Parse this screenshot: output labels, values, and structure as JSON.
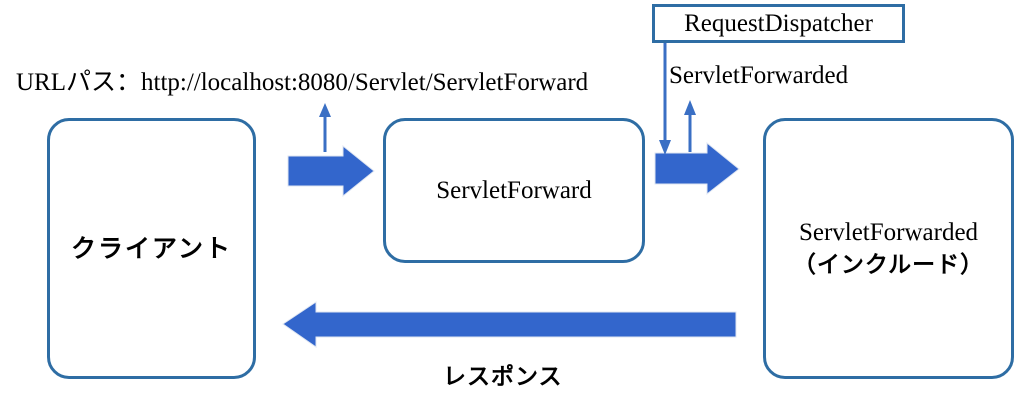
{
  "diagram": {
    "title_text_visible": false,
    "colors": {
      "box_border": "#2e6da4",
      "block_arrow_fill": "#3366cc",
      "thin_arrow": "#3a6fc4",
      "connector_line": "#3a6fc4",
      "background": "#ffffff",
      "text": "#000000"
    },
    "nodes": [
      {
        "id": "client",
        "label": "クライアント"
      },
      {
        "id": "servlet-forward",
        "label": "ServletForward"
      },
      {
        "id": "servlet-forwarded",
        "label_line1": "ServletForwarded",
        "label_line2": "（インクルード）"
      }
    ],
    "callout": {
      "id": "request-dispatcher",
      "label": "RequestDispatcher"
    },
    "annotations": {
      "url_path_prefix": "URL",
      "url_path_jp": "パス",
      "url_path_separator": "：",
      "url_path_value": "http://localhost:8080/Servlet/ServletForward",
      "url_path_full": "URLパス：http://localhost:8080/Servlet/ServletForward",
      "servlet_forwarded_name": "ServletForwarded",
      "response_label": "レスポンス"
    },
    "arrows": [
      {
        "id": "client-to-servletforward",
        "style": "block",
        "direction": "right"
      },
      {
        "id": "servletforward-to-servletforwarded",
        "style": "block",
        "direction": "right"
      },
      {
        "id": "response-to-client",
        "style": "block",
        "direction": "left"
      },
      {
        "id": "url-path-pointer",
        "style": "thin",
        "direction": "up"
      },
      {
        "id": "servletforwarded-name-pointer",
        "style": "thin",
        "direction": "up"
      },
      {
        "id": "requestdispatcher-connector",
        "style": "thin",
        "direction": "down"
      }
    ]
  }
}
